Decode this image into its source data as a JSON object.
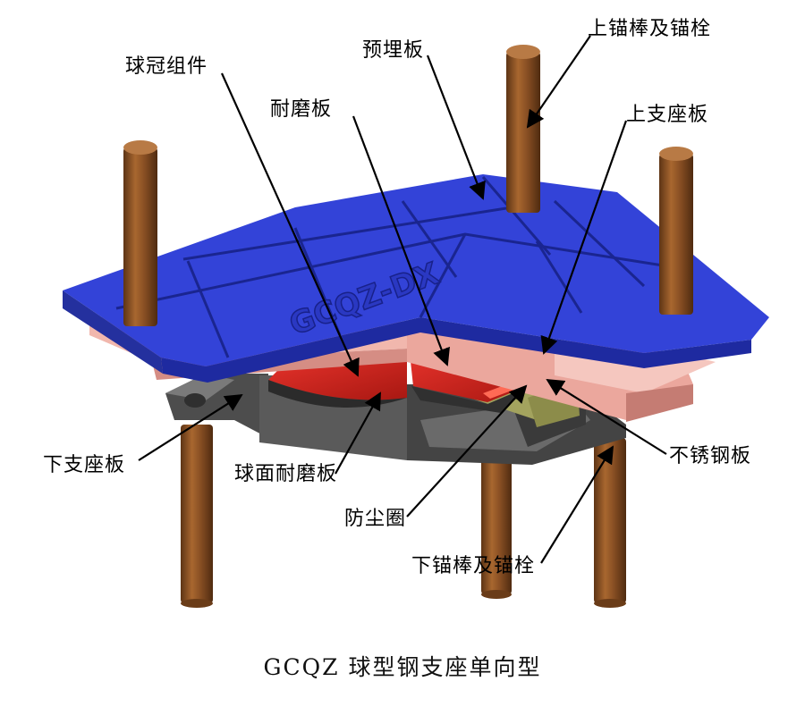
{
  "labels": {
    "upper_anchor": "上锚棒及锚栓",
    "embedded_plate": "预埋板",
    "spherical_cap": "球冠组件",
    "wear_plate": "耐磨板",
    "upper_support_plate": "上支座板",
    "lower_support_plate": "下支座板",
    "spherical_wear_plate": "球面耐磨板",
    "stainless_steel_plate": "不锈钢板",
    "dust_ring": "防尘圈",
    "lower_anchor": "下锚棒及锚栓"
  },
  "plate_marking": "GCQZ-DX",
  "caption": "GCQZ  球型钢支座单向型",
  "colors": {
    "embedded_plate": "#2f3fd6",
    "upper_support_plate": "#e7a59c",
    "spherical_cap": "#d3261f",
    "lower_support_plate": "#5e5e5e",
    "anchor_rod": "#8a5024",
    "stainless_steel_plate": "#9a9a52"
  }
}
